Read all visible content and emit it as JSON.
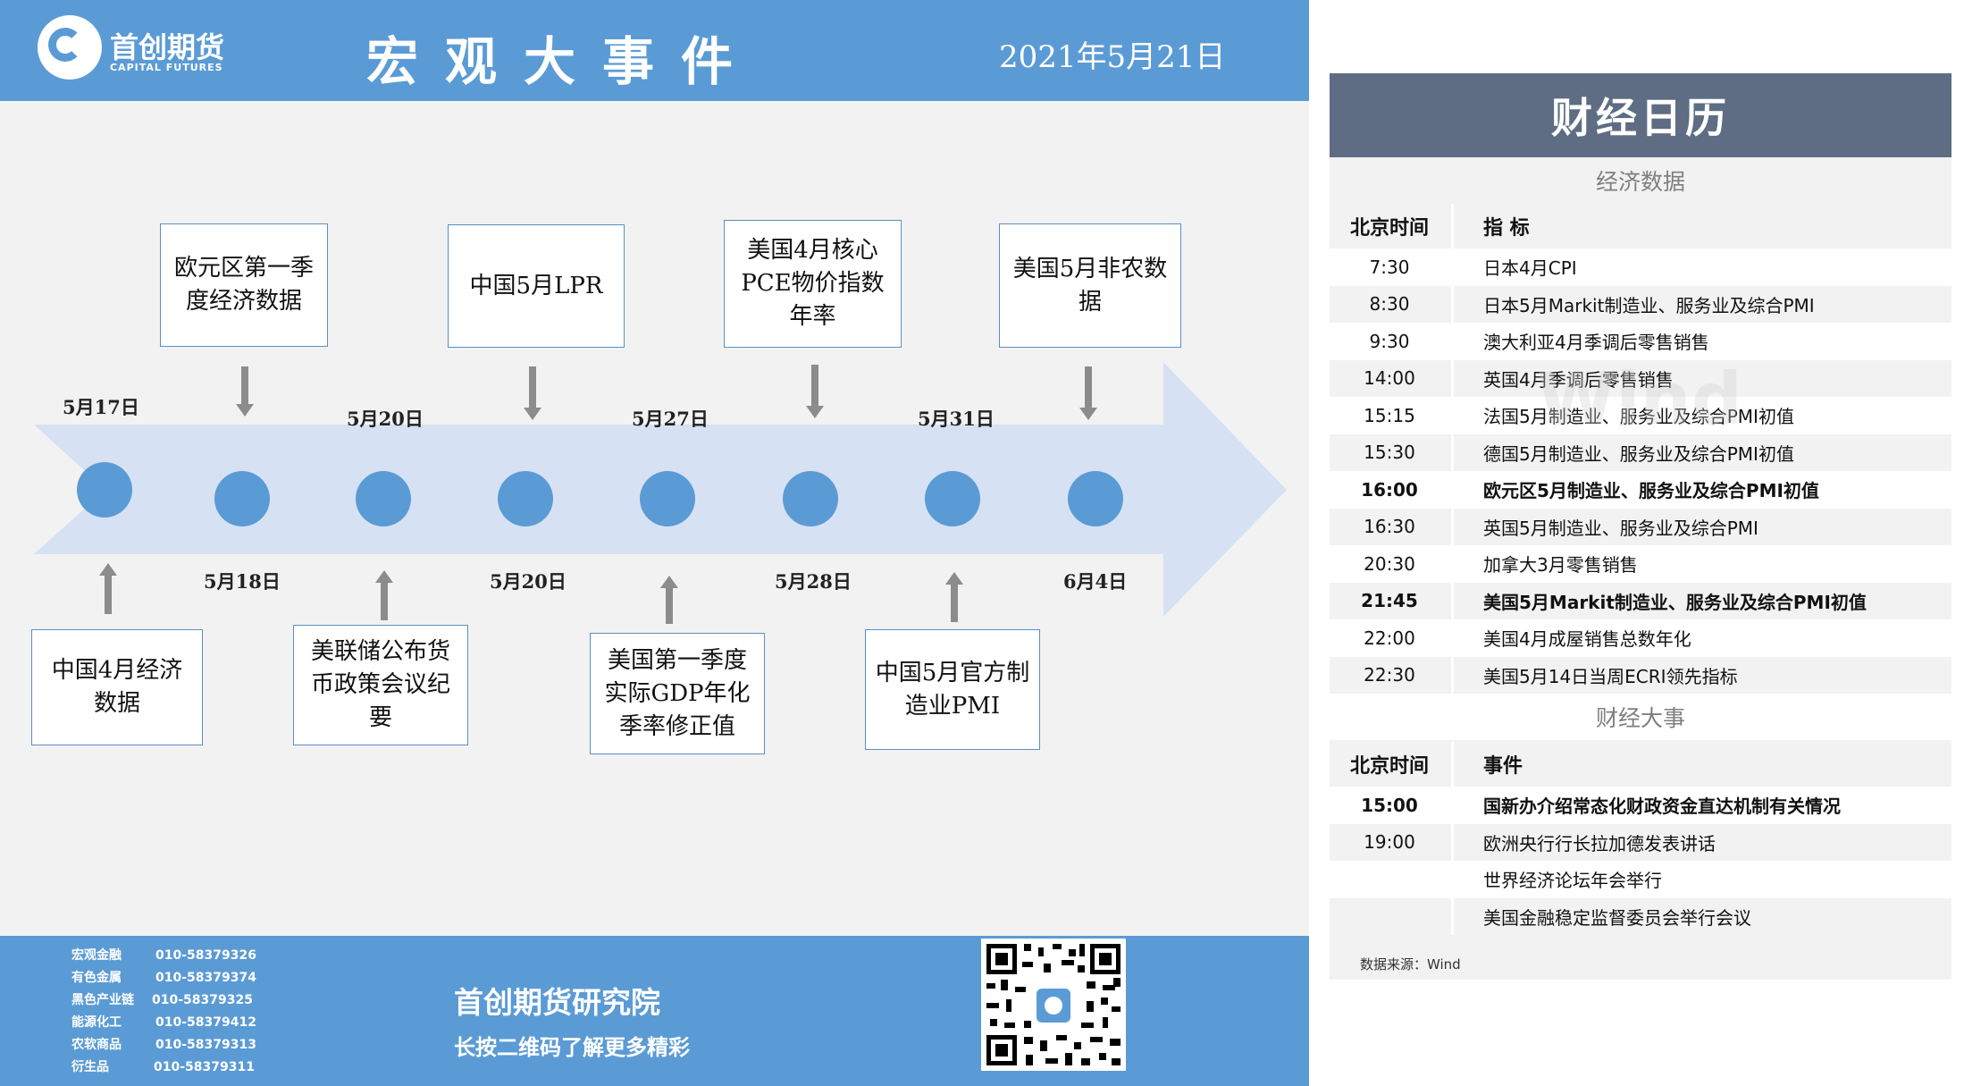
{
  "header": {
    "logo_cn": "首创期货",
    "logo_en": "CAPITAL FUTURES",
    "title": "宏观大事件",
    "date": "2021年5月21日"
  },
  "timeline": {
    "nodes": [
      {
        "date": "5月17日",
        "event": "中国4月经济数据"
      },
      {
        "date": "5月18日",
        "event": "欧元区第一季度经济数据"
      },
      {
        "date": "5月20日",
        "event": "美联储公布货币政策会议纪要"
      },
      {
        "date": "5月20日",
        "event": "中国5月LPR"
      },
      {
        "date": "5月27日",
        "event": "美国第一季度实际GDP年化季率修正值"
      },
      {
        "date": "5月28日",
        "event": "美国4月核心PCE物价指数年率"
      },
      {
        "date": "5月31日",
        "event": "中国5月官方制造业PMI"
      },
      {
        "date": "6月4日",
        "event": "美国5月非农数据"
      }
    ]
  },
  "footer": {
    "contacts": [
      {
        "dept": "宏观金融",
        "phone": "010-58379326"
      },
      {
        "dept": "有色金属",
        "phone": "010-58379374"
      },
      {
        "dept": "黑色产业链",
        "phone": "010-58379325"
      },
      {
        "dept": "能源化工",
        "phone": "010-58379412"
      },
      {
        "dept": "农软商品",
        "phone": "010-58379313"
      },
      {
        "dept": "衍生品",
        "phone": "010-58379311"
      }
    ],
    "institute": "首创期货研究院",
    "qr_hint": "长按二维码了解更多精彩"
  },
  "calendar": {
    "title": "财经日历",
    "econ_section": "经济数据",
    "col_time": "北京时间",
    "col_indicator": "指  标",
    "econ_rows": [
      {
        "time": "7:30",
        "item": "日本4月CPI",
        "bold": false
      },
      {
        "time": "8:30",
        "item": "日本5月Markit制造业、服务业及综合PMI",
        "bold": false
      },
      {
        "time": "9:30",
        "item": "澳大利亚4月季调后零售销售",
        "bold": false
      },
      {
        "time": "14:00",
        "item": "英国4月季调后零售销售",
        "bold": false
      },
      {
        "time": "15:15",
        "item": "法国5月制造业、服务业及综合PMI初值",
        "bold": false
      },
      {
        "time": "15:30",
        "item": "德国5月制造业、服务业及综合PMI初值",
        "bold": false
      },
      {
        "time": "16:00",
        "item": "欧元区5月制造业、服务业及综合PMI初值",
        "bold": true
      },
      {
        "time": "16:30",
        "item": "英国5月制造业、服务业及综合PMI",
        "bold": false
      },
      {
        "time": "20:30",
        "item": "加拿大3月零售销售",
        "bold": false
      },
      {
        "time": "21:45",
        "item": "美国5月Markit制造业、服务业及综合PMI初值",
        "bold": true
      },
      {
        "time": "22:00",
        "item": "美国4月成屋销售总数年化",
        "bold": false
      },
      {
        "time": "22:30",
        "item": "美国5月14日当周ECRI领先指标",
        "bold": false
      }
    ],
    "events_section": "财经大事",
    "col_event": "事件",
    "event_rows": [
      {
        "time": "15:00",
        "item": "国新办介绍常态化财政资金直达机制有关情况",
        "bold": true
      },
      {
        "time": "19:00",
        "item": "欧洲央行行长拉加德发表讲话",
        "bold": false
      },
      {
        "time": "",
        "item": "世界经济论坛年会举行",
        "bold": false
      },
      {
        "time": "",
        "item": "美国金融稳定监督委员会举行会议",
        "bold": false
      }
    ],
    "source": "数据来源：Wind",
    "watermark": "Wind"
  },
  "colors": {
    "accent": "#5b9bd5",
    "calendar_header": "#5e6d83",
    "arrow": "#d6e2f3"
  }
}
